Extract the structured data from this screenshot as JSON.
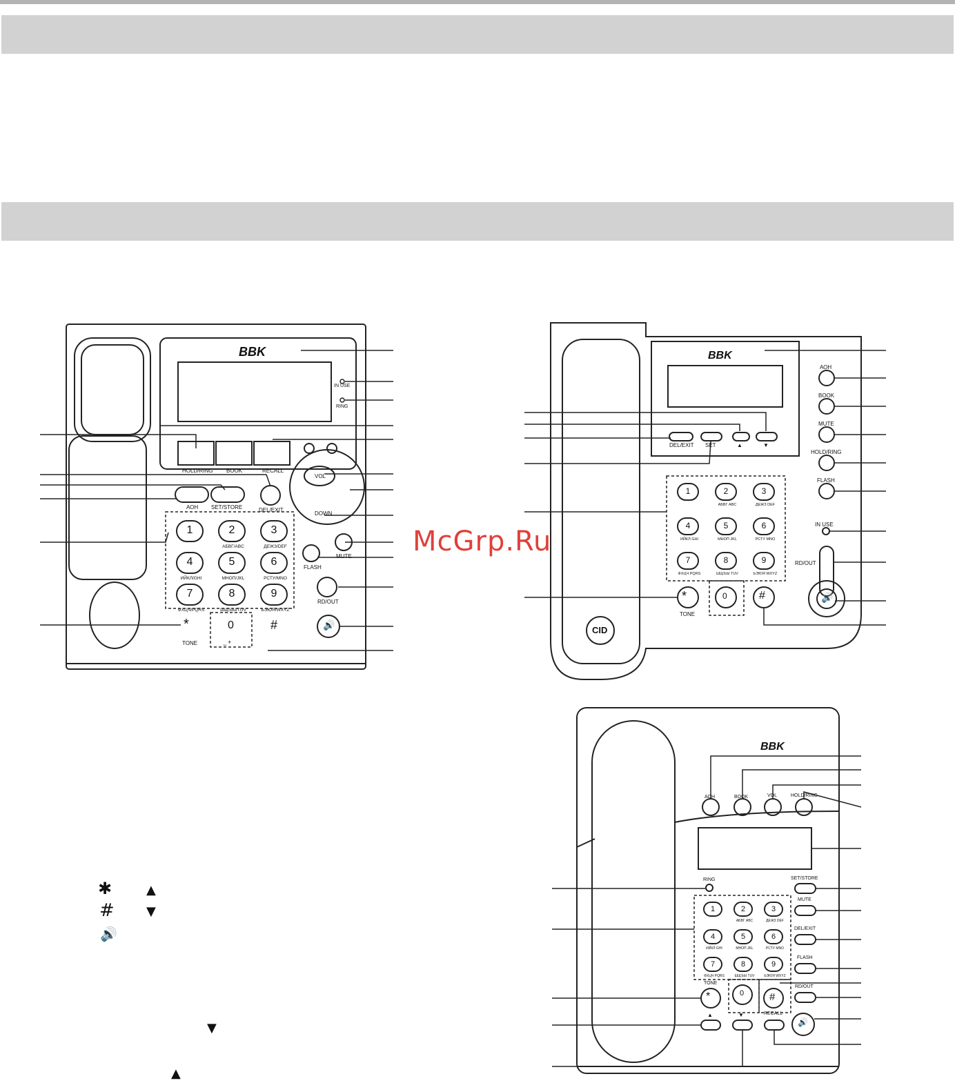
{
  "brand": "BBK",
  "watermark": "McGrp.Ru",
  "phone1": {
    "leds": [
      "IN USE",
      "RING"
    ],
    "softkeys": [
      "HOLD/RING",
      "BOOK",
      "RECALL"
    ],
    "func_keys": [
      "АОН",
      "SET/STORE",
      "DEL/EXIT"
    ],
    "nav": [
      "VOL",
      "DOWN"
    ],
    "side_keys": [
      "MUTE",
      "FLASH",
      "RD/OUT"
    ],
    "keypad": [
      {
        "digit": "1",
        "sub": ""
      },
      {
        "digit": "2",
        "sub": "АБВГ/ABC"
      },
      {
        "digit": "3",
        "sub": "ДЕЖЗ/DEF"
      },
      {
        "digit": "4",
        "sub": "ИЙКЛ/GHI"
      },
      {
        "digit": "5",
        "sub": "МНОП/JKL"
      },
      {
        "digit": "6",
        "sub": "РСТУ/MNO"
      },
      {
        "digit": "7",
        "sub": "ФХЦЧ/PQRS"
      },
      {
        "digit": "8",
        "sub": "ШЩЪЫ/TUV"
      },
      {
        "digit": "9",
        "sub": "ЬЭЮЯ/WXYZ"
      }
    ],
    "bottom_row": {
      "star": "*",
      "star_label": "TONE",
      "zero": "0",
      "zero_sub": "⎵  +",
      "hash": "#"
    }
  },
  "phone2": {
    "nav_labels": [
      "DEL/EXIT",
      "SET",
      "▲",
      "▼"
    ],
    "right_keys": [
      "АОН",
      "BOOK",
      "MUTE",
      "HOLD/RING",
      "FLASH"
    ],
    "led": "IN USE",
    "rd_out": "RD/OUT",
    "cid": "CID",
    "keypad": [
      {
        "digit": "1",
        "sub": ""
      },
      {
        "digit": "2",
        "sub": "АБВГ ABC"
      },
      {
        "digit": "3",
        "sub": "ДЕЖЗ DEF"
      },
      {
        "digit": "4",
        "sub": "ИЙКЛ GHI"
      },
      {
        "digit": "5",
        "sub": "МНОП JKL"
      },
      {
        "digit": "6",
        "sub": "РСТУ MNO"
      },
      {
        "digit": "7",
        "sub": "ФХЦЧ PQRS"
      },
      {
        "digit": "8",
        "sub": "ШЩЪЫ TUV"
      },
      {
        "digit": "9",
        "sub": "ЬЭЮЯ WXYZ"
      }
    ],
    "zero": "0",
    "tone": "TONE"
  },
  "phone3": {
    "top_keys": [
      "АОН",
      "BOOK",
      "VOL",
      "HOLD/RING"
    ],
    "ring": "RING",
    "right_keys": [
      "SET/STORE",
      "MUTE",
      "DEL/EXIT",
      "FLASH",
      "RD/OUT"
    ],
    "tone": "TONE",
    "recall": "RECALL",
    "keypad": [
      {
        "digit": "1",
        "sub": ""
      },
      {
        "digit": "2",
        "sub": "АБВГ ABC"
      },
      {
        "digit": "3",
        "sub": "ДЕЖЗ DEF"
      },
      {
        "digit": "4",
        "sub": "ИЙКЛ GHI"
      },
      {
        "digit": "5",
        "sub": "МНОП JKL"
      },
      {
        "digit": "6",
        "sub": "РСТУ MNO"
      },
      {
        "digit": "7",
        "sub": "ФХЦЧ PQRS"
      },
      {
        "digit": "8",
        "sub": "ШЩЪЫ TUV"
      },
      {
        "digit": "9",
        "sub": "ЬЭЮЯ WXYZ"
      }
    ],
    "zero": "0",
    "up": "▲",
    "down": "▼"
  },
  "legend": {
    "star": "✱",
    "hash": "#",
    "up": "▲",
    "down": "▼",
    "speaker": "🔊"
  }
}
